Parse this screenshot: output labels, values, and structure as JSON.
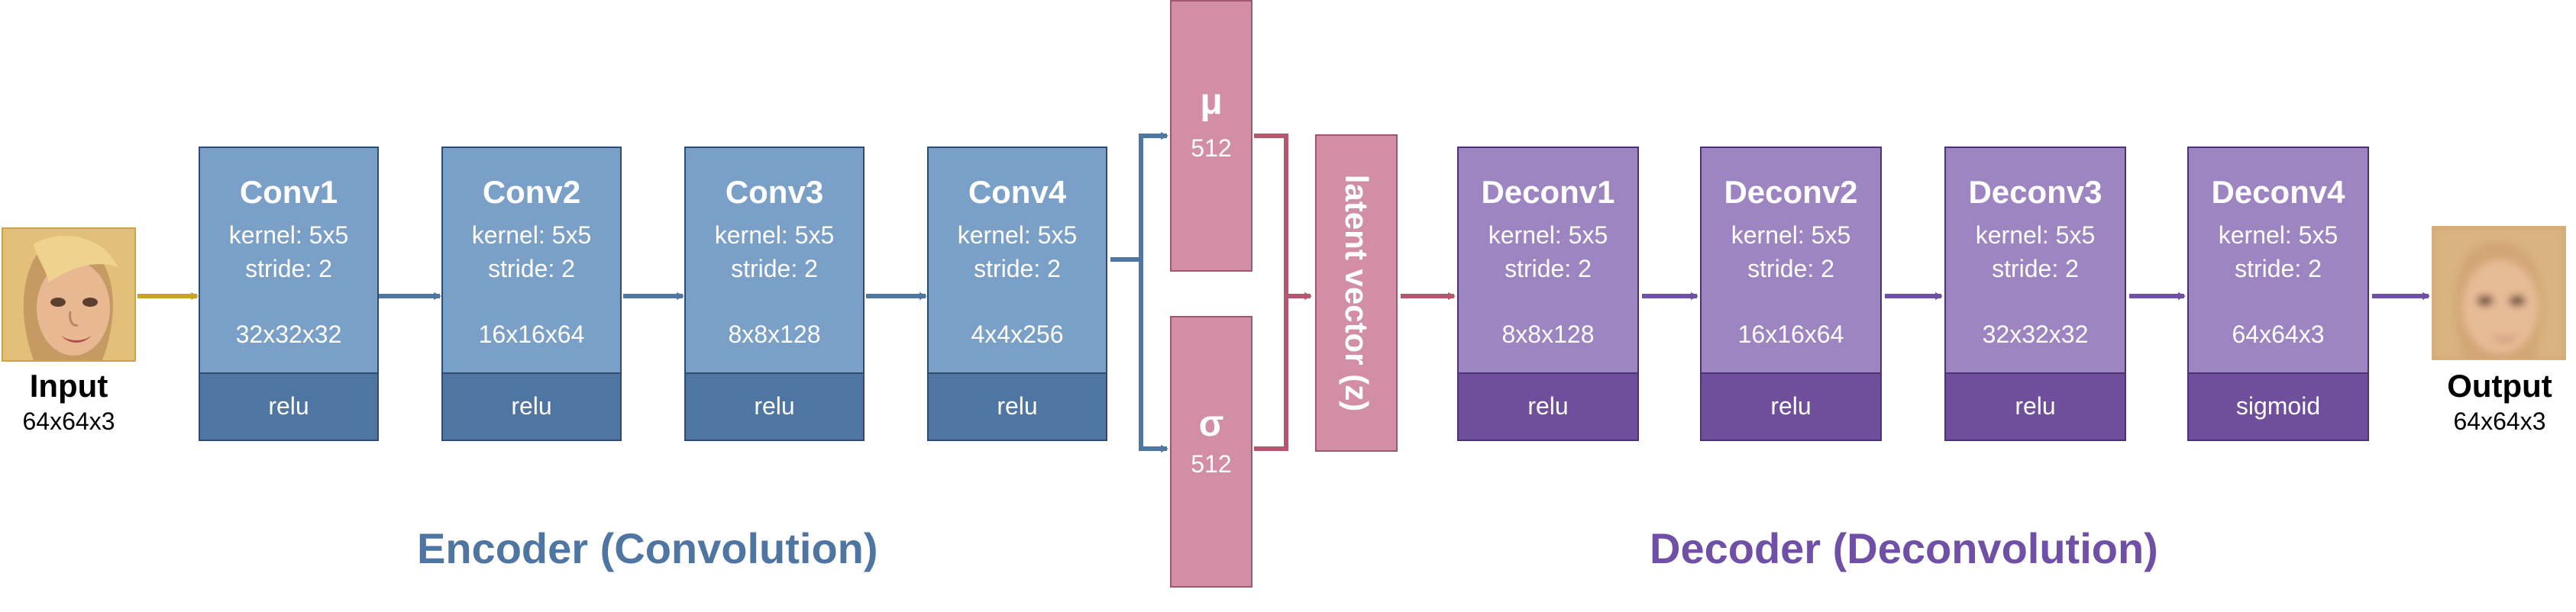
{
  "input": {
    "title": "Input",
    "dims": "64x64x3"
  },
  "output": {
    "title": "Output",
    "dims": "64x64x3"
  },
  "encoder": {
    "label": "Encoder (Convolution)",
    "layers": [
      {
        "name": "Conv1",
        "kernel": "kernel: 5x5",
        "stride": "stride: 2",
        "shape": "32x32x32",
        "activation": "relu"
      },
      {
        "name": "Conv2",
        "kernel": "kernel: 5x5",
        "stride": "stride: 2",
        "shape": "16x16x64",
        "activation": "relu"
      },
      {
        "name": "Conv3",
        "kernel": "kernel: 5x5",
        "stride": "stride: 2",
        "shape": "8x8x128",
        "activation": "relu"
      },
      {
        "name": "Conv4",
        "kernel": "kernel: 5x5",
        "stride": "stride: 2",
        "shape": "4x4x256",
        "activation": "relu"
      }
    ]
  },
  "latent": {
    "mu": {
      "symbol": "μ",
      "dim": "512"
    },
    "sigma": {
      "symbol": "σ",
      "dim": "512"
    },
    "vector_label": "latent vector (z)"
  },
  "decoder": {
    "label": "Decoder (Deconvolution)",
    "layers": [
      {
        "name": "Deconv1",
        "kernel": "kernel: 5x5",
        "stride": "stride: 2",
        "shape": "8x8x128",
        "activation": "relu"
      },
      {
        "name": "Deconv2",
        "kernel": "kernel: 5x5",
        "stride": "stride: 2",
        "shape": "16x16x64",
        "activation": "relu"
      },
      {
        "name": "Deconv3",
        "kernel": "kernel: 5x5",
        "stride": "stride: 2",
        "shape": "32x32x32",
        "activation": "relu"
      },
      {
        "name": "Deconv4",
        "kernel": "kernel: 5x5",
        "stride": "stride: 2",
        "shape": "64x64x3",
        "activation": "sigmoid"
      }
    ]
  },
  "colors": {
    "encoder_fill": "#7ba0c7",
    "encoder_dark": "#4f75a3",
    "decoder_fill": "#9d85c1",
    "decoder_dark": "#6f4f9c",
    "latent_fill": "#d28ea4",
    "input_arrow": "#c9a227"
  }
}
